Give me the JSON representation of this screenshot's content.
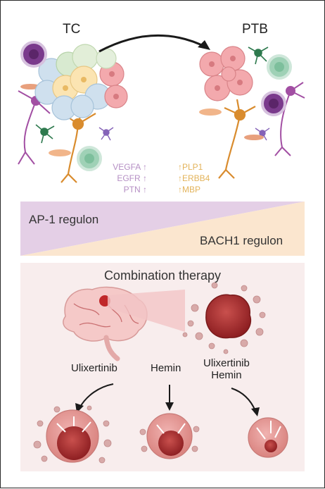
{
  "states": {
    "left": "TC",
    "right": "PTB"
  },
  "genes": {
    "left": [
      "VEGFA",
      "EGFR",
      "PTN"
    ],
    "right": [
      "PLP1",
      "ERBB4",
      "MBP"
    ],
    "arrow": "↑"
  },
  "regulons": {
    "top": "AP-1 regulon",
    "bottom": "BACH1 regulon"
  },
  "therapy": {
    "title": "Combination therapy",
    "drugs": [
      "Ulixertinib",
      "Hemin",
      "Ulixertinib",
      "Hemin"
    ]
  },
  "colors": {
    "tumor_pink": "#f3a9ad",
    "purple_band": "#e4cfe6",
    "peach_band": "#fbe6cf",
    "panel_bg": "#f8eded",
    "tumor_red": "#a8302f"
  }
}
